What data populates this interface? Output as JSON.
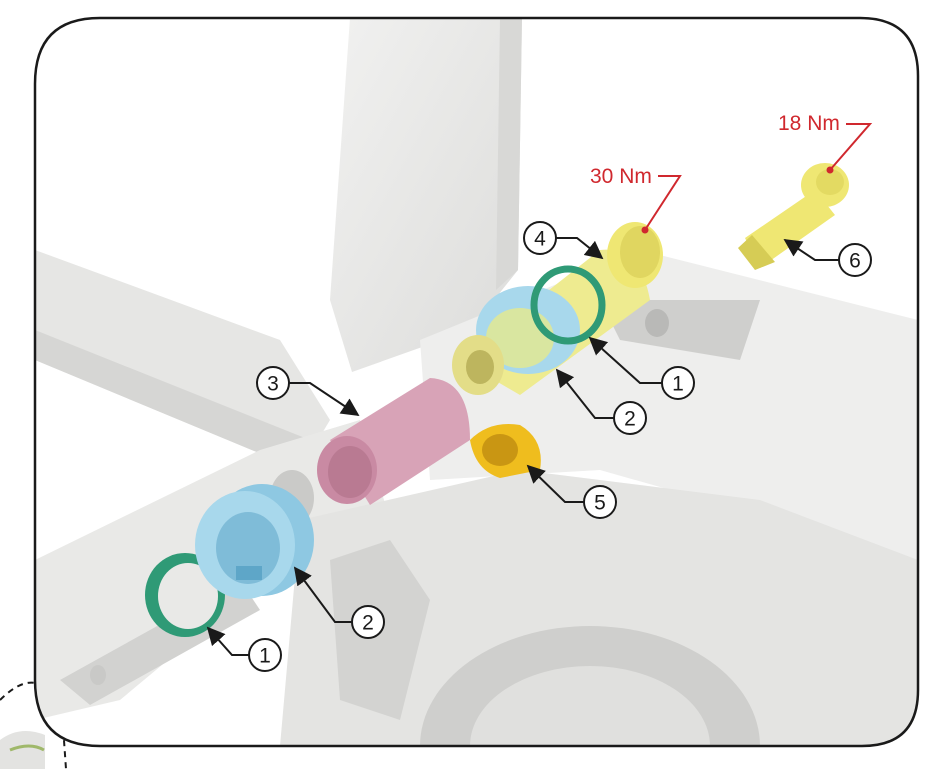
{
  "torques": [
    {
      "id": "torque-30",
      "label": "30 Nm"
    },
    {
      "id": "torque-18",
      "label": "18 Nm"
    }
  ],
  "callouts": [
    {
      "id": "callout-4",
      "number": "4",
      "part": "pivot-bolt"
    },
    {
      "id": "callout-6",
      "number": "6",
      "part": "bolt"
    },
    {
      "id": "callout-1-top",
      "number": "1",
      "part": "green-seal"
    },
    {
      "id": "callout-2-top",
      "number": "2",
      "part": "blue-bearing"
    },
    {
      "id": "callout-3",
      "number": "3",
      "part": "pink-sleeve"
    },
    {
      "id": "callout-5",
      "number": "5",
      "part": "nut"
    },
    {
      "id": "callout-2-bottom",
      "number": "2",
      "part": "blue-bearing"
    },
    {
      "id": "callout-1-bottom",
      "number": "1",
      "part": "green-seal"
    }
  ],
  "colors": {
    "frame": "#ebebea",
    "frame_shadow": "#d4d4d2",
    "seal": "#2f9a76",
    "bearing": "#a8d8ec",
    "sleeve": "#d8a3b7",
    "bolt": "#efe773",
    "nut": "#efbd1e",
    "torque_text": "#d0282e",
    "line": "#1a1a1a"
  }
}
